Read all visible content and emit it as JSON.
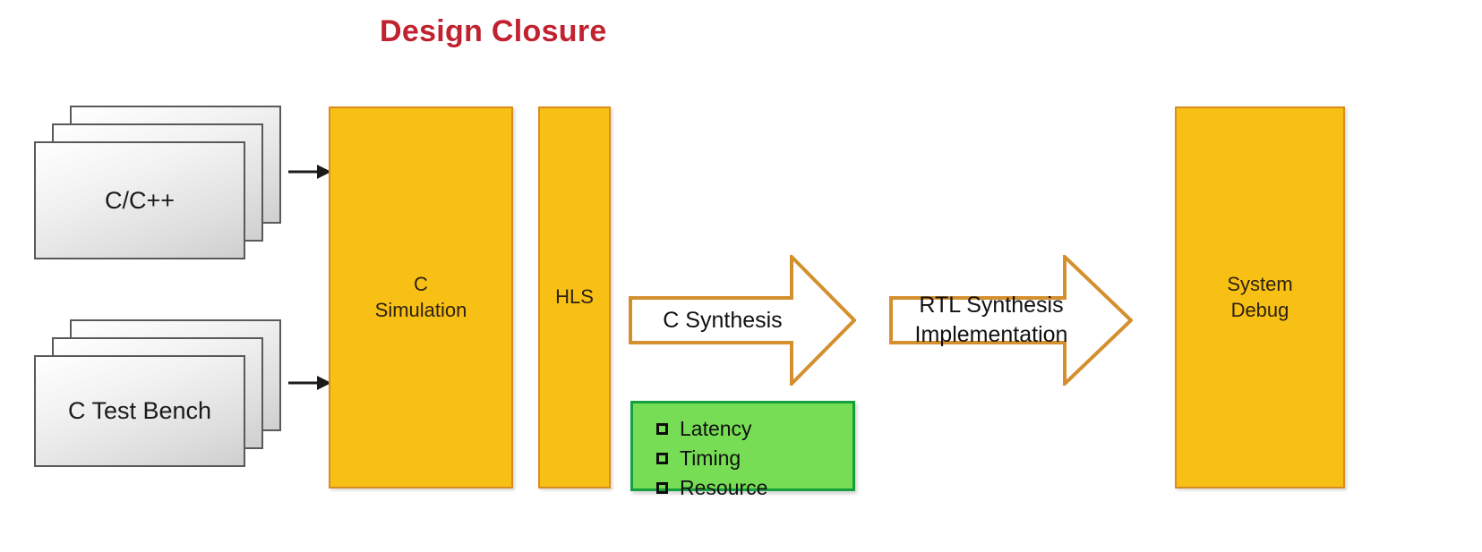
{
  "title": "Design Closure",
  "colors": {
    "title": "#C0222F",
    "process_fill": "#F8C014",
    "process_border": "#D98C22",
    "arrow_border": "#D4902F",
    "checklist_fill": "#77DD55",
    "checklist_border": "#14A03C",
    "document_border": "#595959",
    "connector": "#1a1a1a"
  },
  "inputs": [
    {
      "label": "C/C++",
      "icon": "document-stack-icon"
    },
    {
      "label": "C Test Bench",
      "icon": "document-stack-icon"
    }
  ],
  "process_boxes": [
    {
      "label": "C\nSimulation"
    },
    {
      "label": "HLS"
    },
    {
      "label": "System\nDebug"
    }
  ],
  "flow_arrows": [
    {
      "label": "C Synthesis"
    },
    {
      "label": "RTL Synthesis\nImplementation"
    }
  ],
  "checklist": {
    "items": [
      {
        "label": "Latency"
      },
      {
        "label": "Timing"
      },
      {
        "label": "Resource"
      }
    ]
  },
  "connectors": [
    {
      "from": "C/C++",
      "to": "C Simulation"
    },
    {
      "from": "C Test Bench",
      "to": "C Simulation"
    }
  ]
}
